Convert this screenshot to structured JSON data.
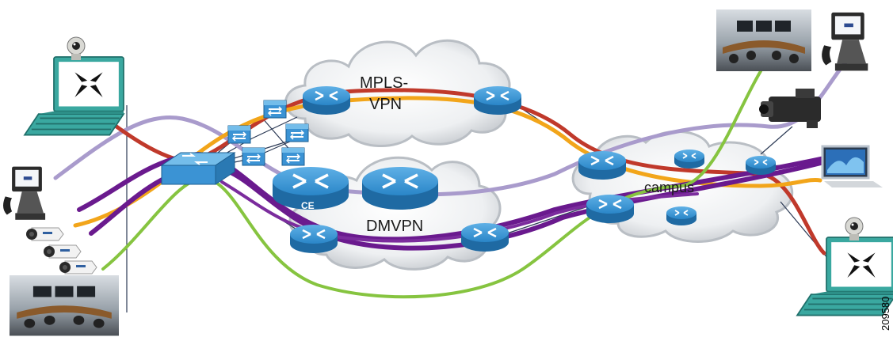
{
  "labels": {
    "mpls_line1": "MPLS-",
    "mpls_line2": "VPN",
    "dmvpn": "DMVPN",
    "campus": "campus",
    "ce": "CE",
    "figure_id": "209580"
  },
  "colors": {
    "router_blue": "#2a86c8",
    "cloud_gray": "#c9ccd1",
    "path_red": "#c0392b",
    "path_orange": "#f2a51a",
    "path_purple": "#6a1a8e",
    "path_lavender": "#a99bcc",
    "path_green": "#86c440",
    "laptop_teal": "#3aa8a0"
  },
  "icons": [
    "laptop-icon",
    "webcam-icon",
    "video-phone-icon",
    "ip-camera-icon",
    "telepresence-room-icon",
    "switch-icon",
    "router-icon",
    "video-camera-icon",
    "desktop-monitor-icon"
  ]
}
